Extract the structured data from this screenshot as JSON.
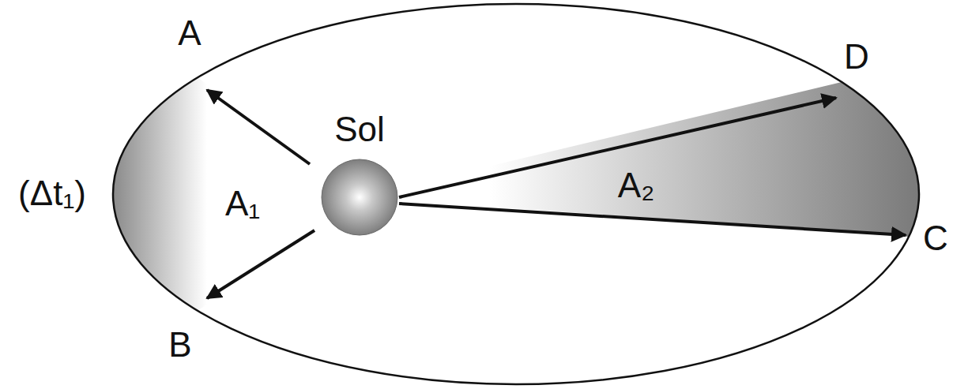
{
  "diagram": {
    "nodes": [
      {
        "text": [
          "Sol"
        ]
      }
    ],
    "labels": [
      "A",
      "B",
      "C",
      "D",
      "A₁",
      "A₂",
      "(Δt₁)"
    ]
  }
}
